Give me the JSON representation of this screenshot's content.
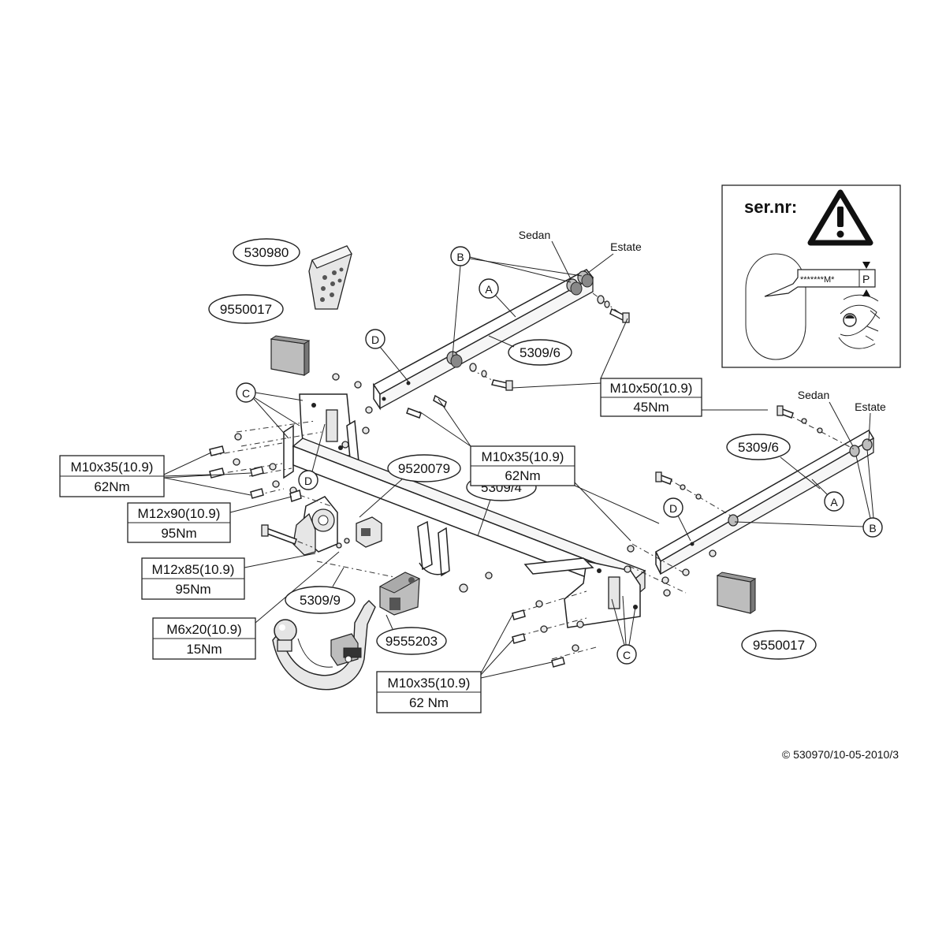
{
  "serial_panel": {
    "title": "ser.nr:",
    "code": "*******M*",
    "suffix": "P"
  },
  "labels": {
    "bracket_left": "530980",
    "connector_left": "9550017",
    "connector_right": "9550017",
    "side_member_top": "5309/6",
    "side_member_right": "5309/6",
    "crossbar": "5309/4",
    "socket_plate": "9520079",
    "ball_neck": "5309/9",
    "module": "9555203",
    "sedan_top": "Sedan",
    "estate_top": "Estate",
    "sedan_right": "Sedan",
    "estate_right": "Estate"
  },
  "letters": {
    "a": "A",
    "b": "B",
    "c": "C",
    "d": "D"
  },
  "bolts": [
    {
      "id": "m10x50",
      "spec": "M10x50(10.9)",
      "torque": "45Nm"
    },
    {
      "id": "m10x35_center",
      "spec": "M10x35(10.9)",
      "torque": "62Nm"
    },
    {
      "id": "m10x35_left",
      "spec": "M10x35(10.9)",
      "torque": "62Nm"
    },
    {
      "id": "m12x90",
      "spec": "M12x90(10.9)",
      "torque": "95Nm"
    },
    {
      "id": "m12x85",
      "spec": "M12x85(10.9)",
      "torque": "95Nm"
    },
    {
      "id": "m6x20",
      "spec": "M6x20(10.9)",
      "torque": "15Nm"
    },
    {
      "id": "m10x35_bottom",
      "spec": "M10x35(10.9)",
      "torque": "62 Nm"
    }
  ],
  "copyright": "© 530970/10-05-2010/3"
}
